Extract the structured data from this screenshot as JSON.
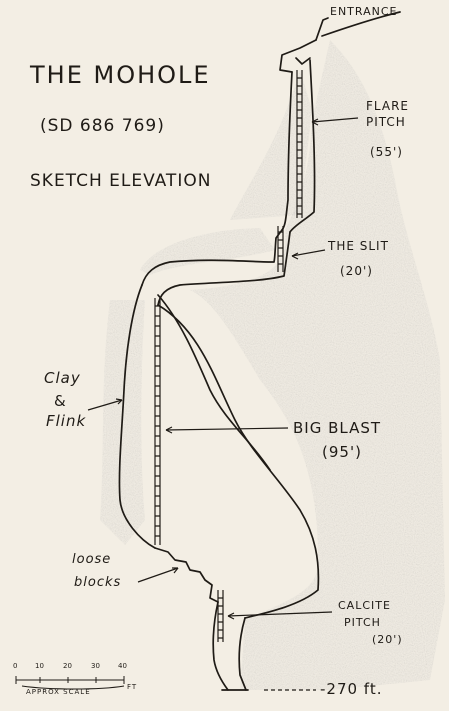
{
  "title": "THE MOHOLE",
  "grid_ref": "(SD 686 769)",
  "subtitle": "SKETCH ELEVATION",
  "labels": {
    "entrance": "ENTRANCE",
    "flare_pitch_line1": "FLARE",
    "flare_pitch_line2": "PITCH",
    "flare_pitch_depth": "(55')",
    "the_slit": "THE SLIT",
    "the_slit_depth": "(20')",
    "clay_line1": "Clay",
    "clay_line2": "&",
    "clay_line3": "Flink",
    "big_blast": "BIG BLAST",
    "big_blast_depth": "(95')",
    "loose_line1": "loose",
    "loose_line2": "blocks",
    "calcite_line1": "CALCITE",
    "calcite_line2": "PITCH",
    "calcite_depth": "(20')",
    "total_depth": "-270 ft."
  },
  "scale": {
    "ticks": [
      "0",
      "10",
      "20",
      "30",
      "40"
    ],
    "unit": "FT",
    "label": "APPROX SCALE"
  },
  "colors": {
    "paper": "#f3eee4",
    "ink": "#1f1b16",
    "shading": "#a8a29a"
  }
}
